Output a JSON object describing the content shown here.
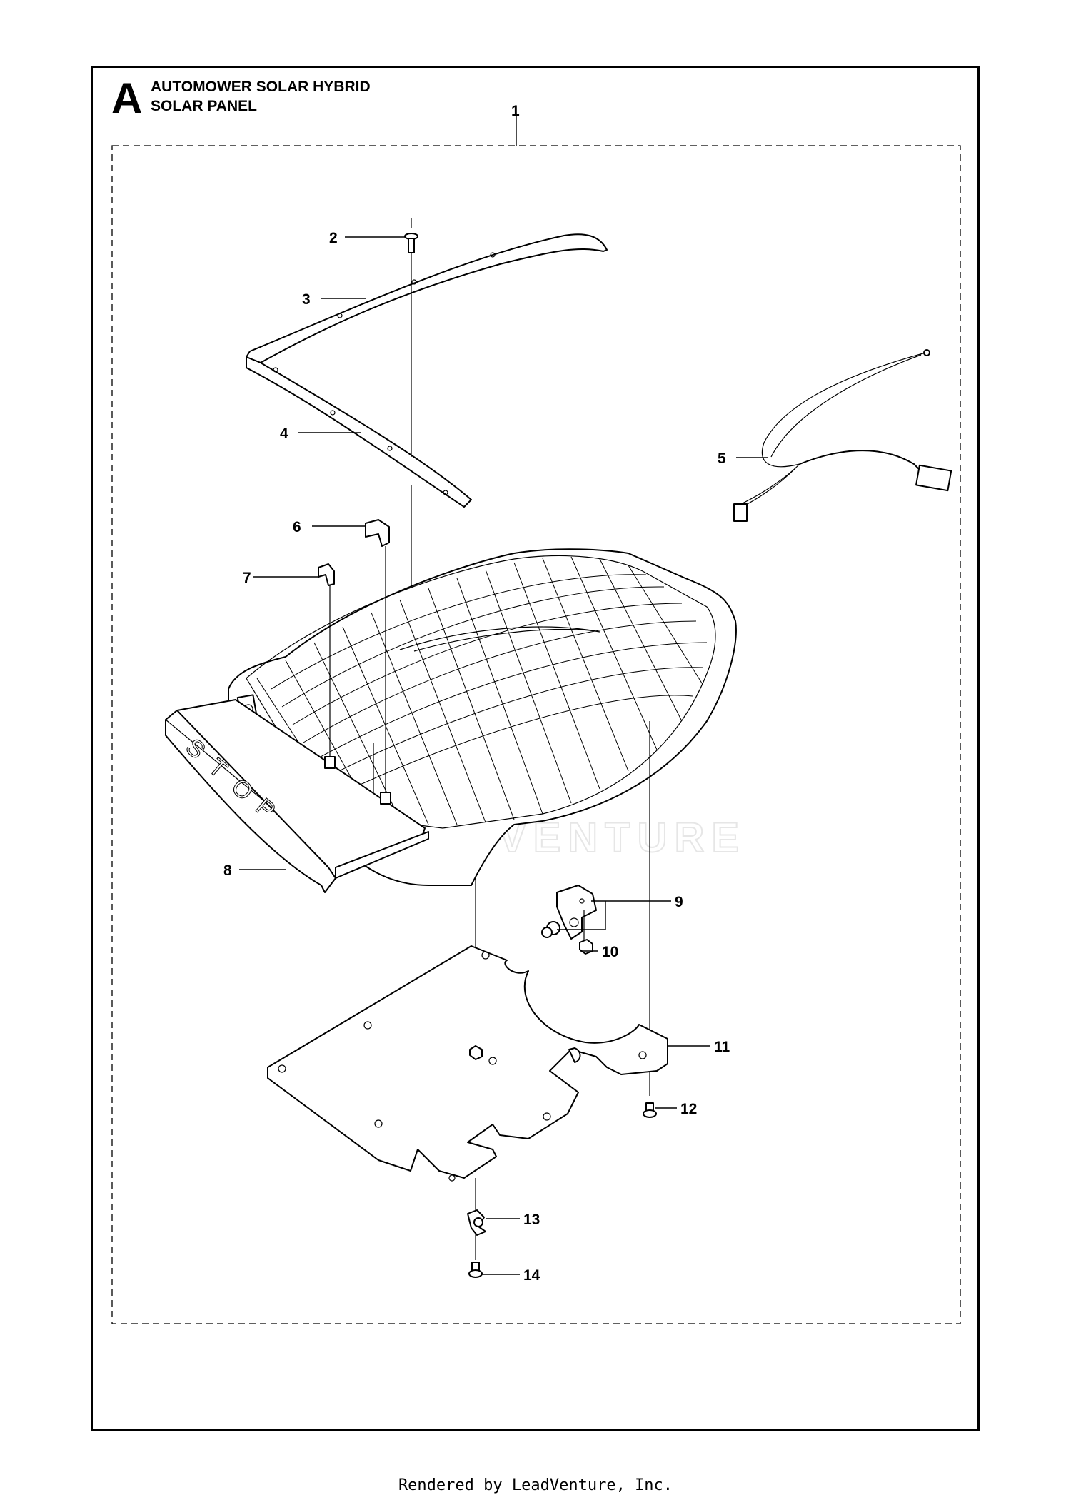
{
  "header": {
    "letter": "A",
    "title_line1": "AUTOMOWER SOLAR HYBRID",
    "title_line2": "SOLAR PANEL"
  },
  "callouts": [
    "1",
    "2",
    "3",
    "4",
    "5",
    "6",
    "7",
    "8",
    "9",
    "10",
    "11",
    "12",
    "13",
    "14"
  ],
  "embossed_text": [
    "S",
    "T",
    "O",
    "P"
  ],
  "watermark": "LEADVENTURE",
  "footer": "Rendered by LeadVenture, Inc."
}
